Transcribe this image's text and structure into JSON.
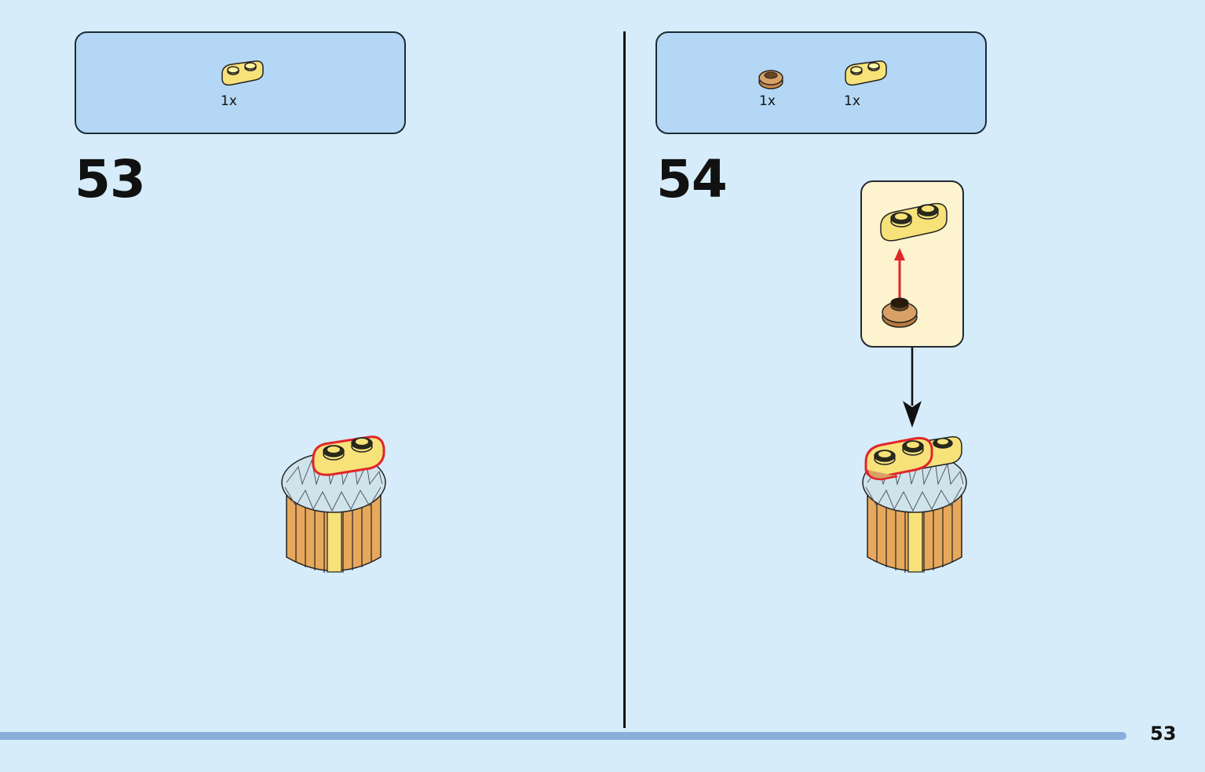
{
  "left_step": {
    "number": "53",
    "parts": [
      {
        "name": "plate-1x2-rounded-yellow",
        "quantity": "1x"
      }
    ]
  },
  "right_step": {
    "number": "54",
    "parts": [
      {
        "name": "round-plate-1x1-tan",
        "quantity": "1x"
      },
      {
        "name": "plate-1x2-rounded-yellow",
        "quantity": "1x"
      }
    ]
  },
  "page_number": "53",
  "colors": {
    "background": "#d6ecfa",
    "parts_box": "#b3d7f4",
    "callout": "#fdf3cf",
    "brick_yellow": "#f7e27a",
    "brick_tan": "#c98a4a",
    "highlight_red": "#e0262a",
    "progress_bar": "#8aaedb"
  }
}
